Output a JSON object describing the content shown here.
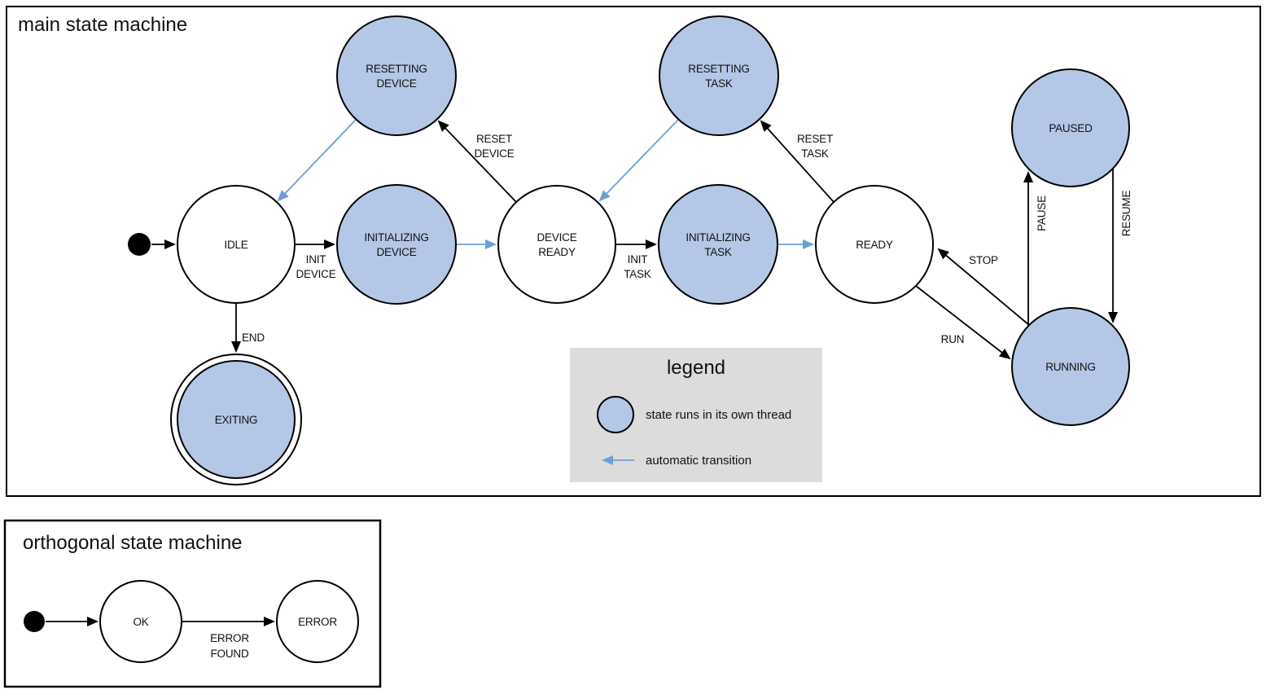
{
  "main": {
    "title": "main state machine",
    "states": {
      "idle": "IDLE",
      "resetting_device": [
        "RESETTING",
        "DEVICE"
      ],
      "initializing_device": [
        "INITIALIZING",
        "DEVICE"
      ],
      "device_ready": [
        "DEVICE",
        "READY"
      ],
      "resetting_task": [
        "RESETTING",
        "TASK"
      ],
      "initializing_task": [
        "INITIALIZING",
        "TASK"
      ],
      "ready": "READY",
      "paused": "PAUSED",
      "running": "RUNNING",
      "exiting": "EXITING"
    },
    "transitions": {
      "init_device": [
        "INIT",
        "DEVICE"
      ],
      "reset_device": [
        "RESET",
        "DEVICE"
      ],
      "init_task": [
        "INIT",
        "TASK"
      ],
      "reset_task": [
        "RESET",
        "TASK"
      ],
      "stop": "STOP",
      "run": "RUN",
      "pause": "PAUSE",
      "resume": "RESUME",
      "end": "END"
    }
  },
  "legend": {
    "title": "legend",
    "thread_label": "state runs in its own thread",
    "auto_label": "automatic transition"
  },
  "ortho": {
    "title": "orthogonal state machine",
    "states": {
      "ok": "OK",
      "error": "ERROR"
    },
    "transitions": {
      "error_found": [
        "ERROR",
        "FOUND"
      ]
    }
  },
  "colors": {
    "thread_state_fill": "#b4c7e7",
    "automatic_transition": "#6aa0d8",
    "legend_background": "#dcdcdc",
    "edge_stroke": "#000000"
  }
}
